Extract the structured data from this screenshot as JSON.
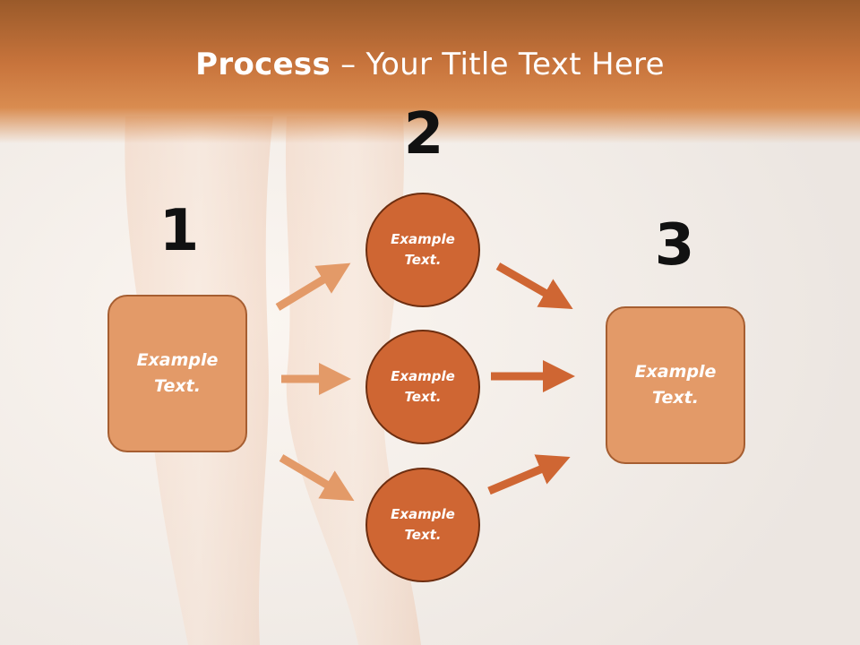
{
  "slide": {
    "title_bold": "Process",
    "title_sep": " – ",
    "title_rest": "Your Title Text Here"
  },
  "steps": [
    {
      "number": "1",
      "label": "Example\nText."
    },
    {
      "number": "2",
      "items": [
        {
          "label": "Example\nText."
        },
        {
          "label": "Example\nText."
        },
        {
          "label": "Example\nText."
        }
      ]
    },
    {
      "number": "3",
      "label": "Example\nText."
    }
  ],
  "colors": {
    "header": "#c8743c",
    "box_fill": "#e39a68",
    "circle_fill": "#cf6633",
    "arrow_light": "#e39a68",
    "arrow_dark": "#cf6633"
  }
}
